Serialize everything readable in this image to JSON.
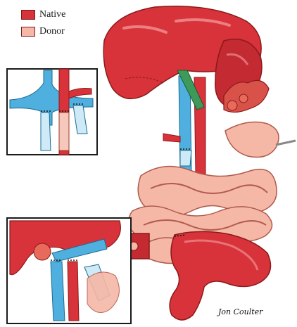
{
  "legend": {
    "items": [
      {
        "label": "Native",
        "color": "#d8333a"
      },
      {
        "label": "Donor",
        "color": "#f5b7a6"
      }
    ]
  },
  "signature": "Jon Coulter",
  "colors": {
    "native_red": "#d8333a",
    "native_dark": "#9e1c22",
    "donor_pink": "#f5b7a6",
    "donor_outline": "#b05a4c",
    "vessel_blue": "#4fb0e0",
    "bile_green": "#3e9a5a",
    "ink": "#1a1a1a"
  }
}
